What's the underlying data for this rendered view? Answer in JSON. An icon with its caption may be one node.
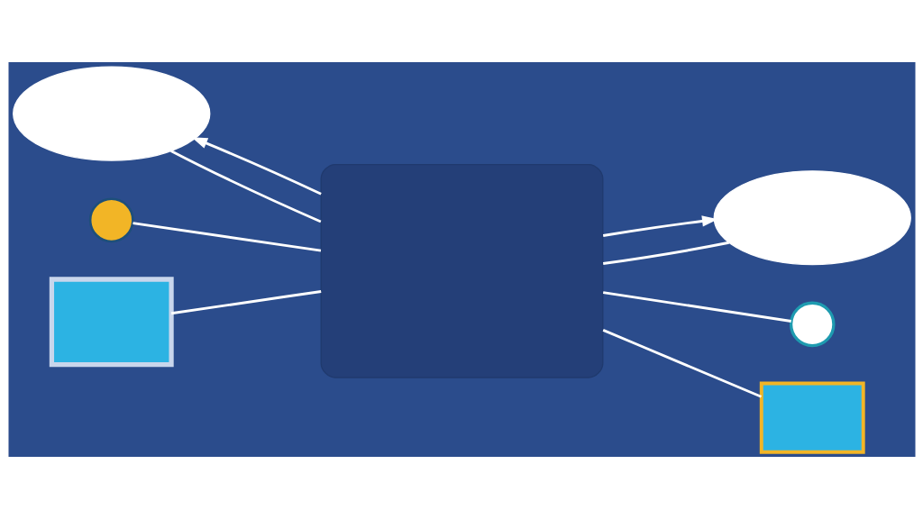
{
  "diagram": {
    "nodes": [
      {
        "text": [],
        "shape": "cloud"
      },
      {
        "text": [],
        "shape": "cloud"
      },
      {
        "text": [],
        "shape": "circle"
      },
      {
        "text": [],
        "shape": "box"
      },
      {
        "text": [],
        "shape": "circle"
      },
      {
        "text": [],
        "shape": "box"
      },
      {
        "text": [],
        "shape": "box"
      }
    ],
    "edges": [
      {
        "from": 3,
        "to": 0,
        "arrow": "none"
      },
      {
        "from": 3,
        "to": 0,
        "arrow": "to"
      },
      {
        "from": 3,
        "to": 1,
        "arrow": "none"
      },
      {
        "from": 3,
        "to": 1,
        "arrow": "to"
      },
      {
        "from": 2,
        "to": 3,
        "arrow": "none"
      },
      {
        "from": 3,
        "to": 4,
        "arrow": "none"
      },
      {
        "from": 5,
        "to": 3,
        "arrow": "none"
      },
      {
        "from": 3,
        "to": 6,
        "arrow": "none"
      }
    ]
  }
}
